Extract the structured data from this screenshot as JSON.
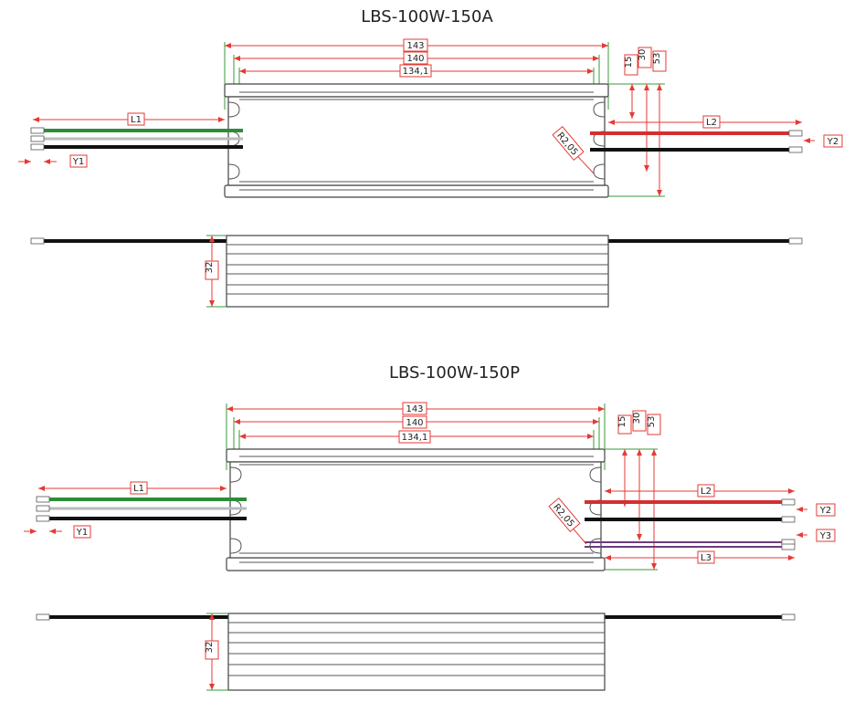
{
  "drawings": [
    {
      "title": "LBS-100W-150A",
      "dims": {
        "overall": "143",
        "mid": "140",
        "inner": "134,1",
        "d15": "15",
        "d30": "30",
        "d53": "53",
        "height": "32",
        "radius": "R2,05"
      },
      "leads": {
        "l1": "L1",
        "y1": "Y1",
        "l2": "L2",
        "y2": "Y2"
      }
    },
    {
      "title": "LBS-100W-150P",
      "dims": {
        "overall": "143",
        "mid": "140",
        "inner": "134,1",
        "d15": "15",
        "d30": "30",
        "d53": "53",
        "height": "32",
        "radius": "R2,05"
      },
      "leads": {
        "l1": "L1",
        "y1": "Y1",
        "l2": "L2",
        "y2": "Y2",
        "l3": "L3",
        "y3": "Y3"
      }
    }
  ],
  "colors": {
    "dimension": "#e53935",
    "extension": "#3a9a3a",
    "wire_green": "#2e8b3a",
    "wire_red": "#d32f2f",
    "wire_black": "#111111",
    "wire_purple": "#6a3d7a"
  }
}
